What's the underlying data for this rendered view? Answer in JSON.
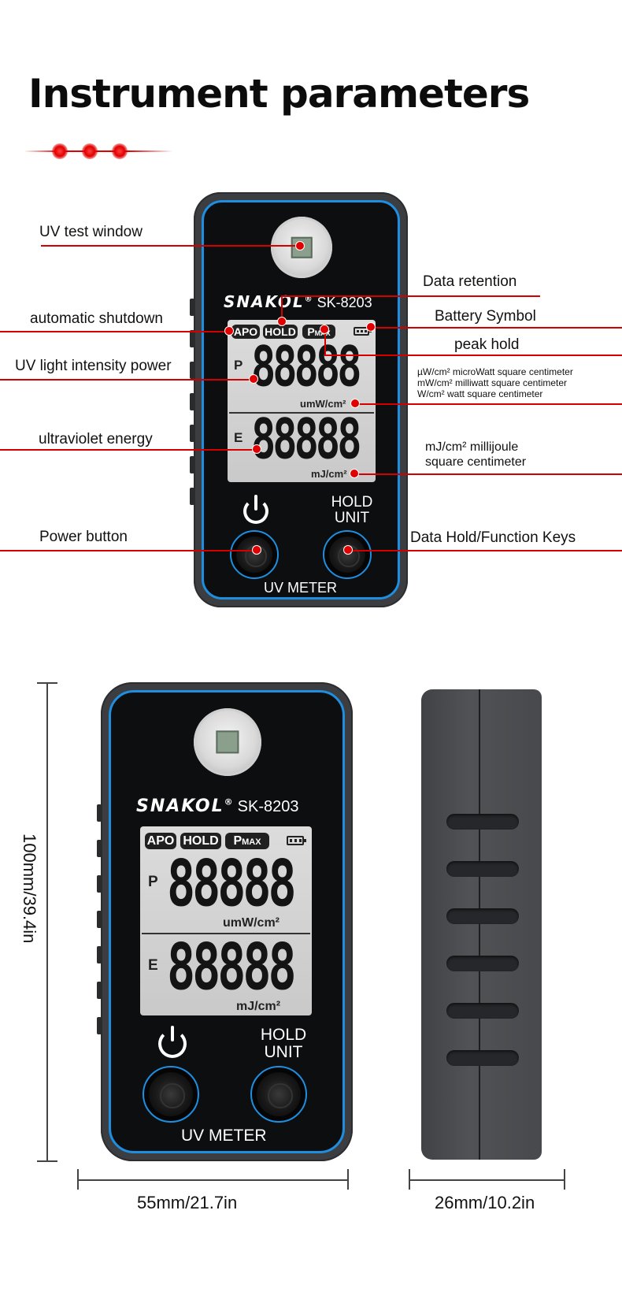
{
  "title": "Instrument parameters",
  "device": {
    "brand": "SNAKOL",
    "registered": "®",
    "model": "SK-8203",
    "indicators": {
      "apo": "APO",
      "hold": "HOLD",
      "pmax_p": "P",
      "pmax_sub": "MAX"
    },
    "reading_p": {
      "letter": "P",
      "digits": "88888",
      "unit": "umW/cm²"
    },
    "reading_e": {
      "letter": "E",
      "digits": "88888",
      "unit": "mJ/cm²"
    },
    "hold_line1": "HOLD",
    "hold_line2": "UNIT",
    "footer": "UV METER"
  },
  "callouts": {
    "uv_test_window": "UV test window",
    "data_retention": "Data retention",
    "automatic_shutdown": "automatic shutdown",
    "battery_symbol": "Battery Symbol",
    "peak_hold": "peak hold",
    "uv_light_intensity_power": "UV light intensity power",
    "units_power": [
      "µW/cm² microWatt square centimeter",
      "mW/cm² milliwatt square centimeter",
      "W/cm² watt square centimeter"
    ],
    "ultraviolet_energy": "ultraviolet energy",
    "units_energy_1": "mJ/cm² millijoule",
    "units_energy_2": "square centimeter",
    "power_button": "Power button",
    "data_hold_keys": "Data Hold/Function Keys"
  },
  "dimensions": {
    "height": "100mm/39.4in",
    "width": "55mm/21.7in",
    "depth": "26mm/10.2in"
  },
  "colors": {
    "accent_red": "#e00000",
    "bezel_blue": "#1e8fe0",
    "body": "#3b3d40"
  }
}
